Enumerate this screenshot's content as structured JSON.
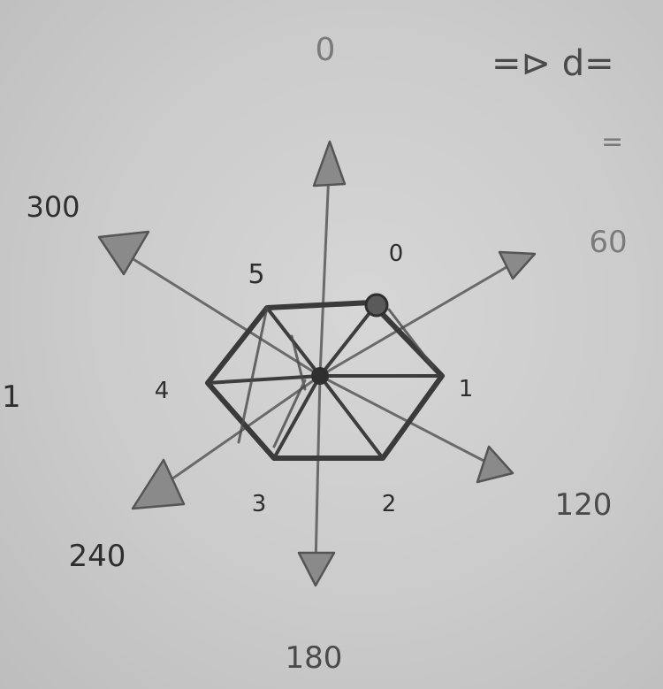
{
  "angle_labels": {
    "top": "0",
    "right_upper": "60",
    "right_lower": "120",
    "bottom": "180",
    "left_lower": "240",
    "left_upper": "300"
  },
  "vertex_labels": {
    "v0": "0",
    "v1": "1",
    "v2": "2",
    "v3": "3",
    "v4": "4",
    "v5": "5"
  },
  "margin_text": {
    "formula": "=⊳ d=",
    "equals": "=",
    "left_mark": "1"
  },
  "colors": {
    "paper": "#cbcbcb",
    "pencil_dark": "#2e2e2e",
    "pencil_light": "#6e6e6e"
  }
}
